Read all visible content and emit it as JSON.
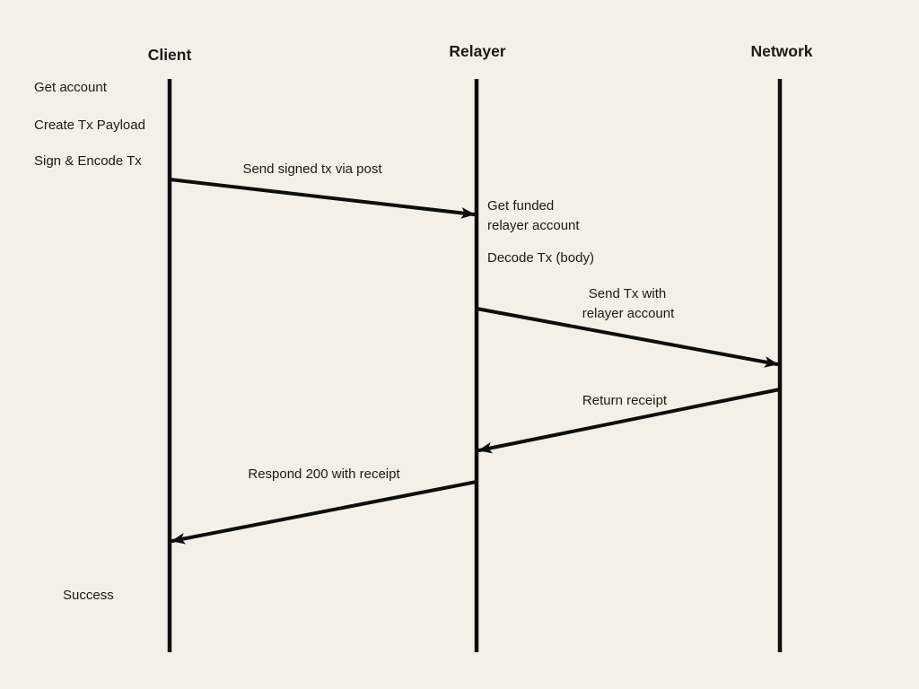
{
  "colors": {
    "background": "#f4efe7",
    "stroke": "#0d0d0d",
    "text": "#1c1a17"
  },
  "actors": {
    "client": "Client",
    "relayer": "Relayer",
    "network": "Network"
  },
  "client_steps": {
    "get_account": "Get account",
    "create_tx_payload": "Create Tx Payload",
    "sign_encode_tx": "Sign & Encode Tx",
    "success": "Success"
  },
  "relayer_steps": {
    "get_funded_line1": "Get funded",
    "get_funded_line2": "relayer account",
    "decode_tx": "Decode Tx (body)"
  },
  "messages": {
    "send_signed_tx": "Send signed tx via post",
    "send_tx_line1": "Send Tx with",
    "send_tx_line2": "relayer account",
    "return_receipt": "Return receipt",
    "respond_200": "Respond 200 with receipt"
  }
}
